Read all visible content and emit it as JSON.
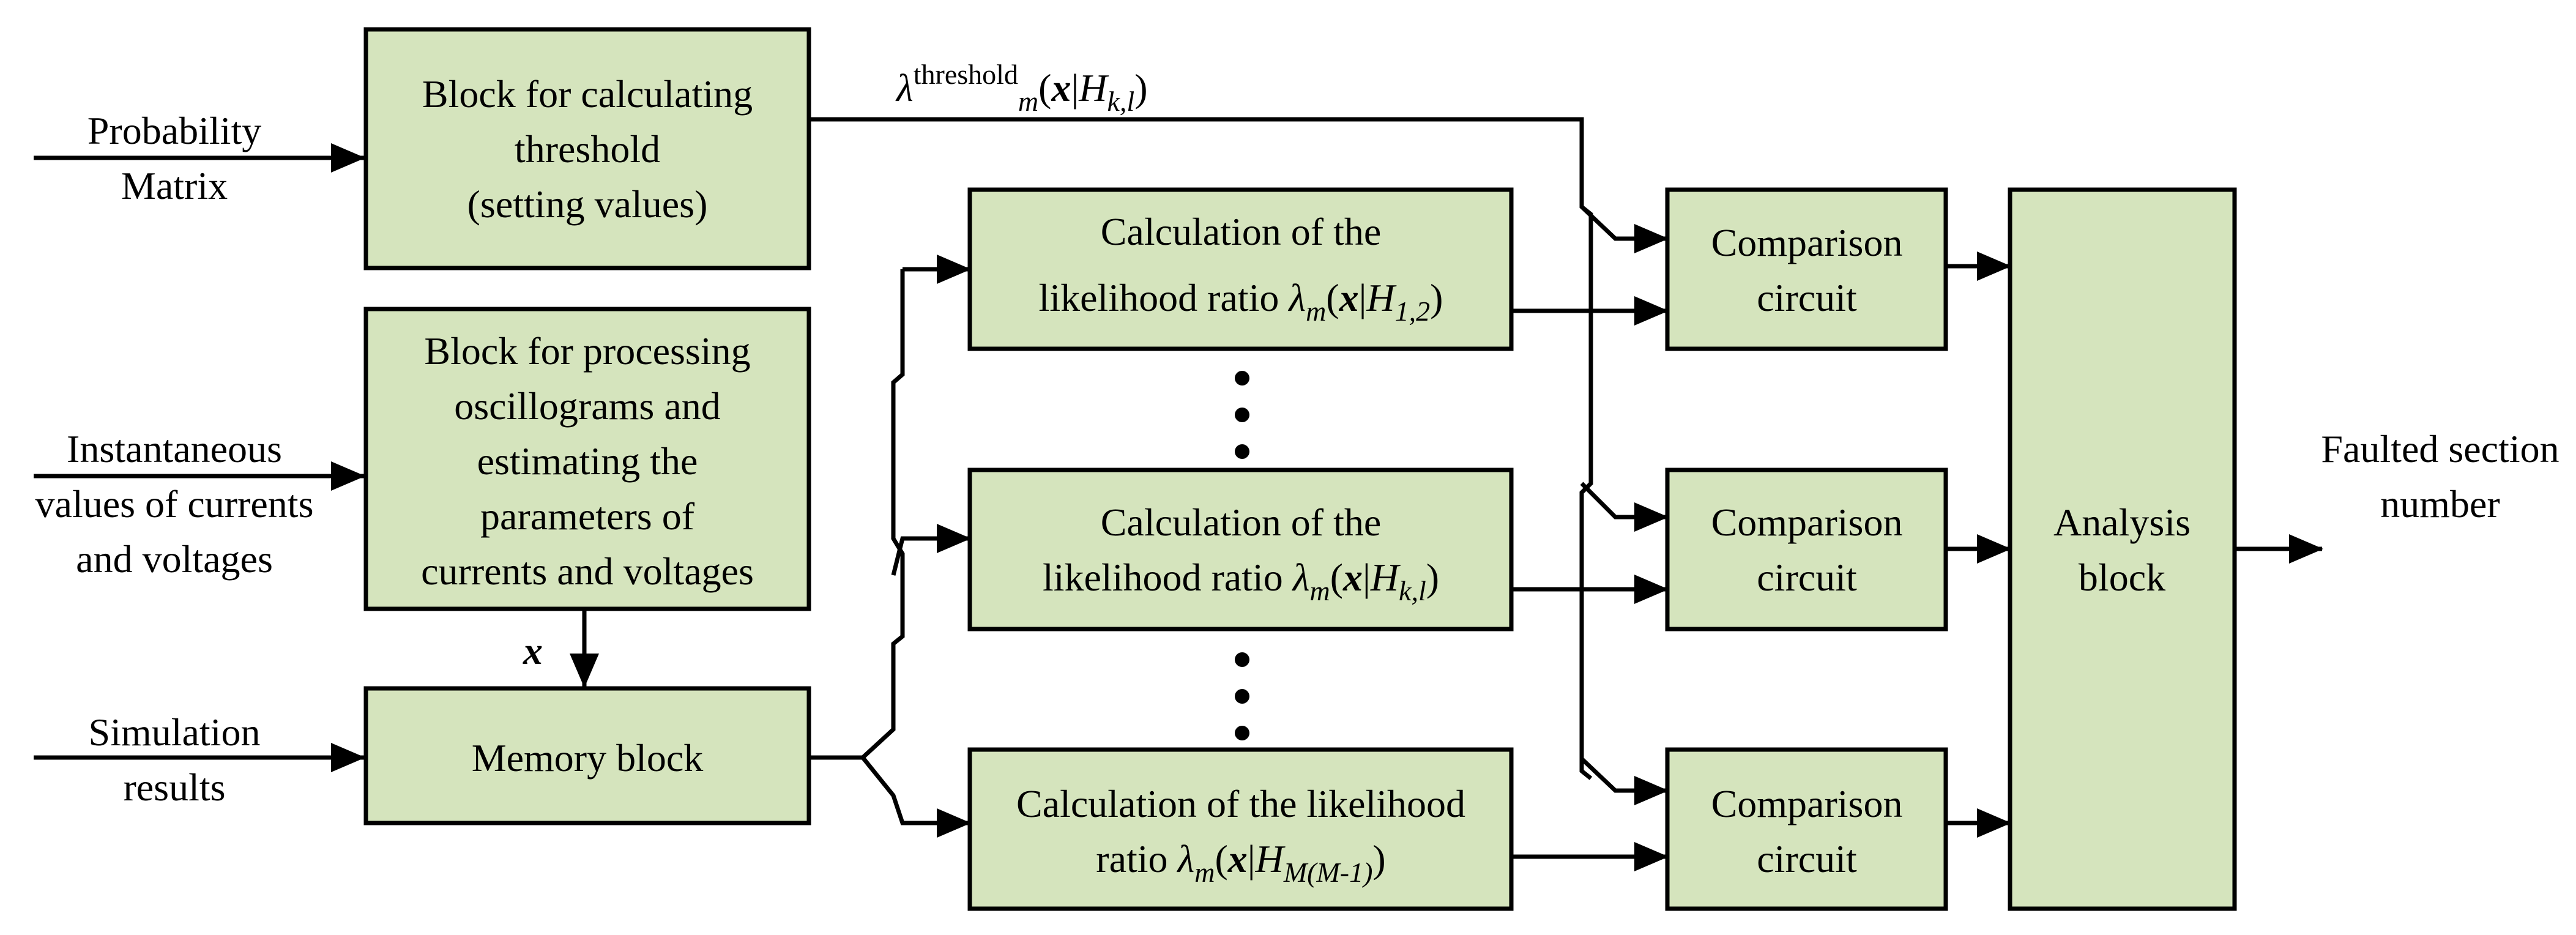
{
  "inputs": {
    "probability": [
      "Probability",
      "Matrix"
    ],
    "instantaneous": [
      "Instantaneous",
      "values of currents",
      "and voltages"
    ],
    "simulation": [
      "Simulation",
      "results"
    ]
  },
  "blocks": {
    "threshold": [
      "Block for calculating",
      "threshold",
      "(setting values)"
    ],
    "processing": [
      "Block for processing",
      "oscillograms and",
      "estimating the",
      "parameters of",
      "currents and voltages"
    ],
    "memory": [
      "Memory block"
    ],
    "calc1": [
      "Calculation of the",
      "likelihood ratio"
    ],
    "calc2": [
      "Calculation of the",
      "likelihood ratio"
    ],
    "calc3": [
      "Calculation of the likelihood",
      "ratio"
    ],
    "comparison": [
      "Comparison",
      "circuit"
    ],
    "analysis": [
      "Analysis",
      "block"
    ]
  },
  "math": {
    "lambda": "λ",
    "threshold_sup": "threshold",
    "sub_m": "m",
    "x": "x",
    "H": "H",
    "sub_12": "1,2",
    "sub_kl": "k,l",
    "sub_MM1": "M(M-1)"
  },
  "output": [
    "Faulted section",
    "number"
  ]
}
